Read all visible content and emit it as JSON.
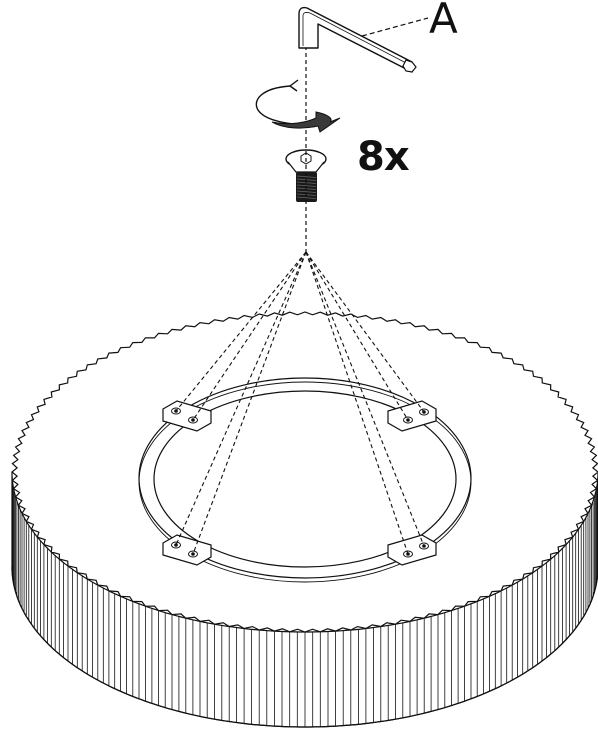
{
  "diagram": {
    "callout_label": "A",
    "quantity_label": "8x",
    "screw_count": 8,
    "colors": {
      "line": "#111111",
      "fill": "#ffffff",
      "screw_thread": "#1a1a1a",
      "arrow": "#3a3a3a"
    },
    "icons": [
      "hex-key-icon",
      "rotate-arrow-icon",
      "countersunk-screw-icon"
    ]
  }
}
